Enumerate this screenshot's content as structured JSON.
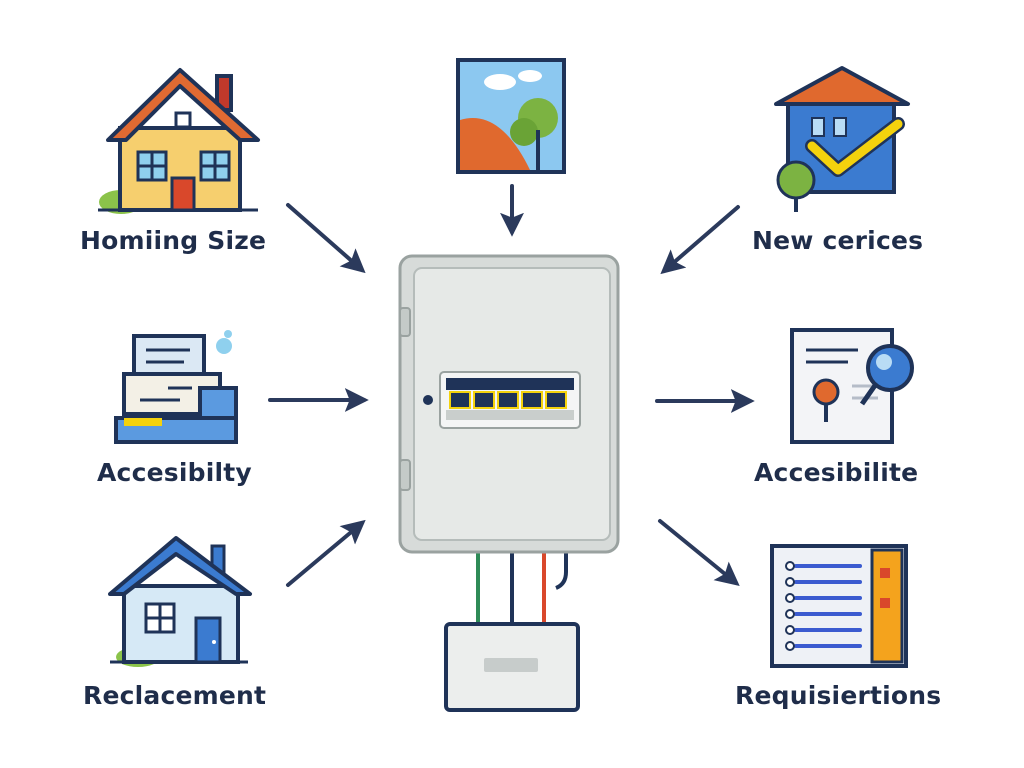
{
  "labels": {
    "top_left": "Homiing Size",
    "middle_left": "Accesibilty",
    "bottom_left": "Reclacement",
    "top_right": "New cerices",
    "middle_right": "Accesibilite",
    "bottom_right": "Requisiertions"
  },
  "icons": {
    "top_left": "house-icon",
    "middle_left": "printer-document-icon",
    "bottom_left": "house-icon",
    "top_center": "landscape-picture-icon",
    "top_right": "house-checkmark-icon",
    "middle_right": "document-magnifier-icon",
    "bottom_right": "checklist-document-icon",
    "center": "electrical-panel-icon",
    "bottom_center": "junction-box-icon"
  },
  "colors": {
    "arrow": "#2b3a5c",
    "outline": "#1f3358",
    "panel": "#e3e6e4",
    "accent_yellow": "#f4c20d",
    "accent_orange": "#e07a32",
    "accent_blue": "#3b7bd0",
    "grass": "#7cb342"
  }
}
